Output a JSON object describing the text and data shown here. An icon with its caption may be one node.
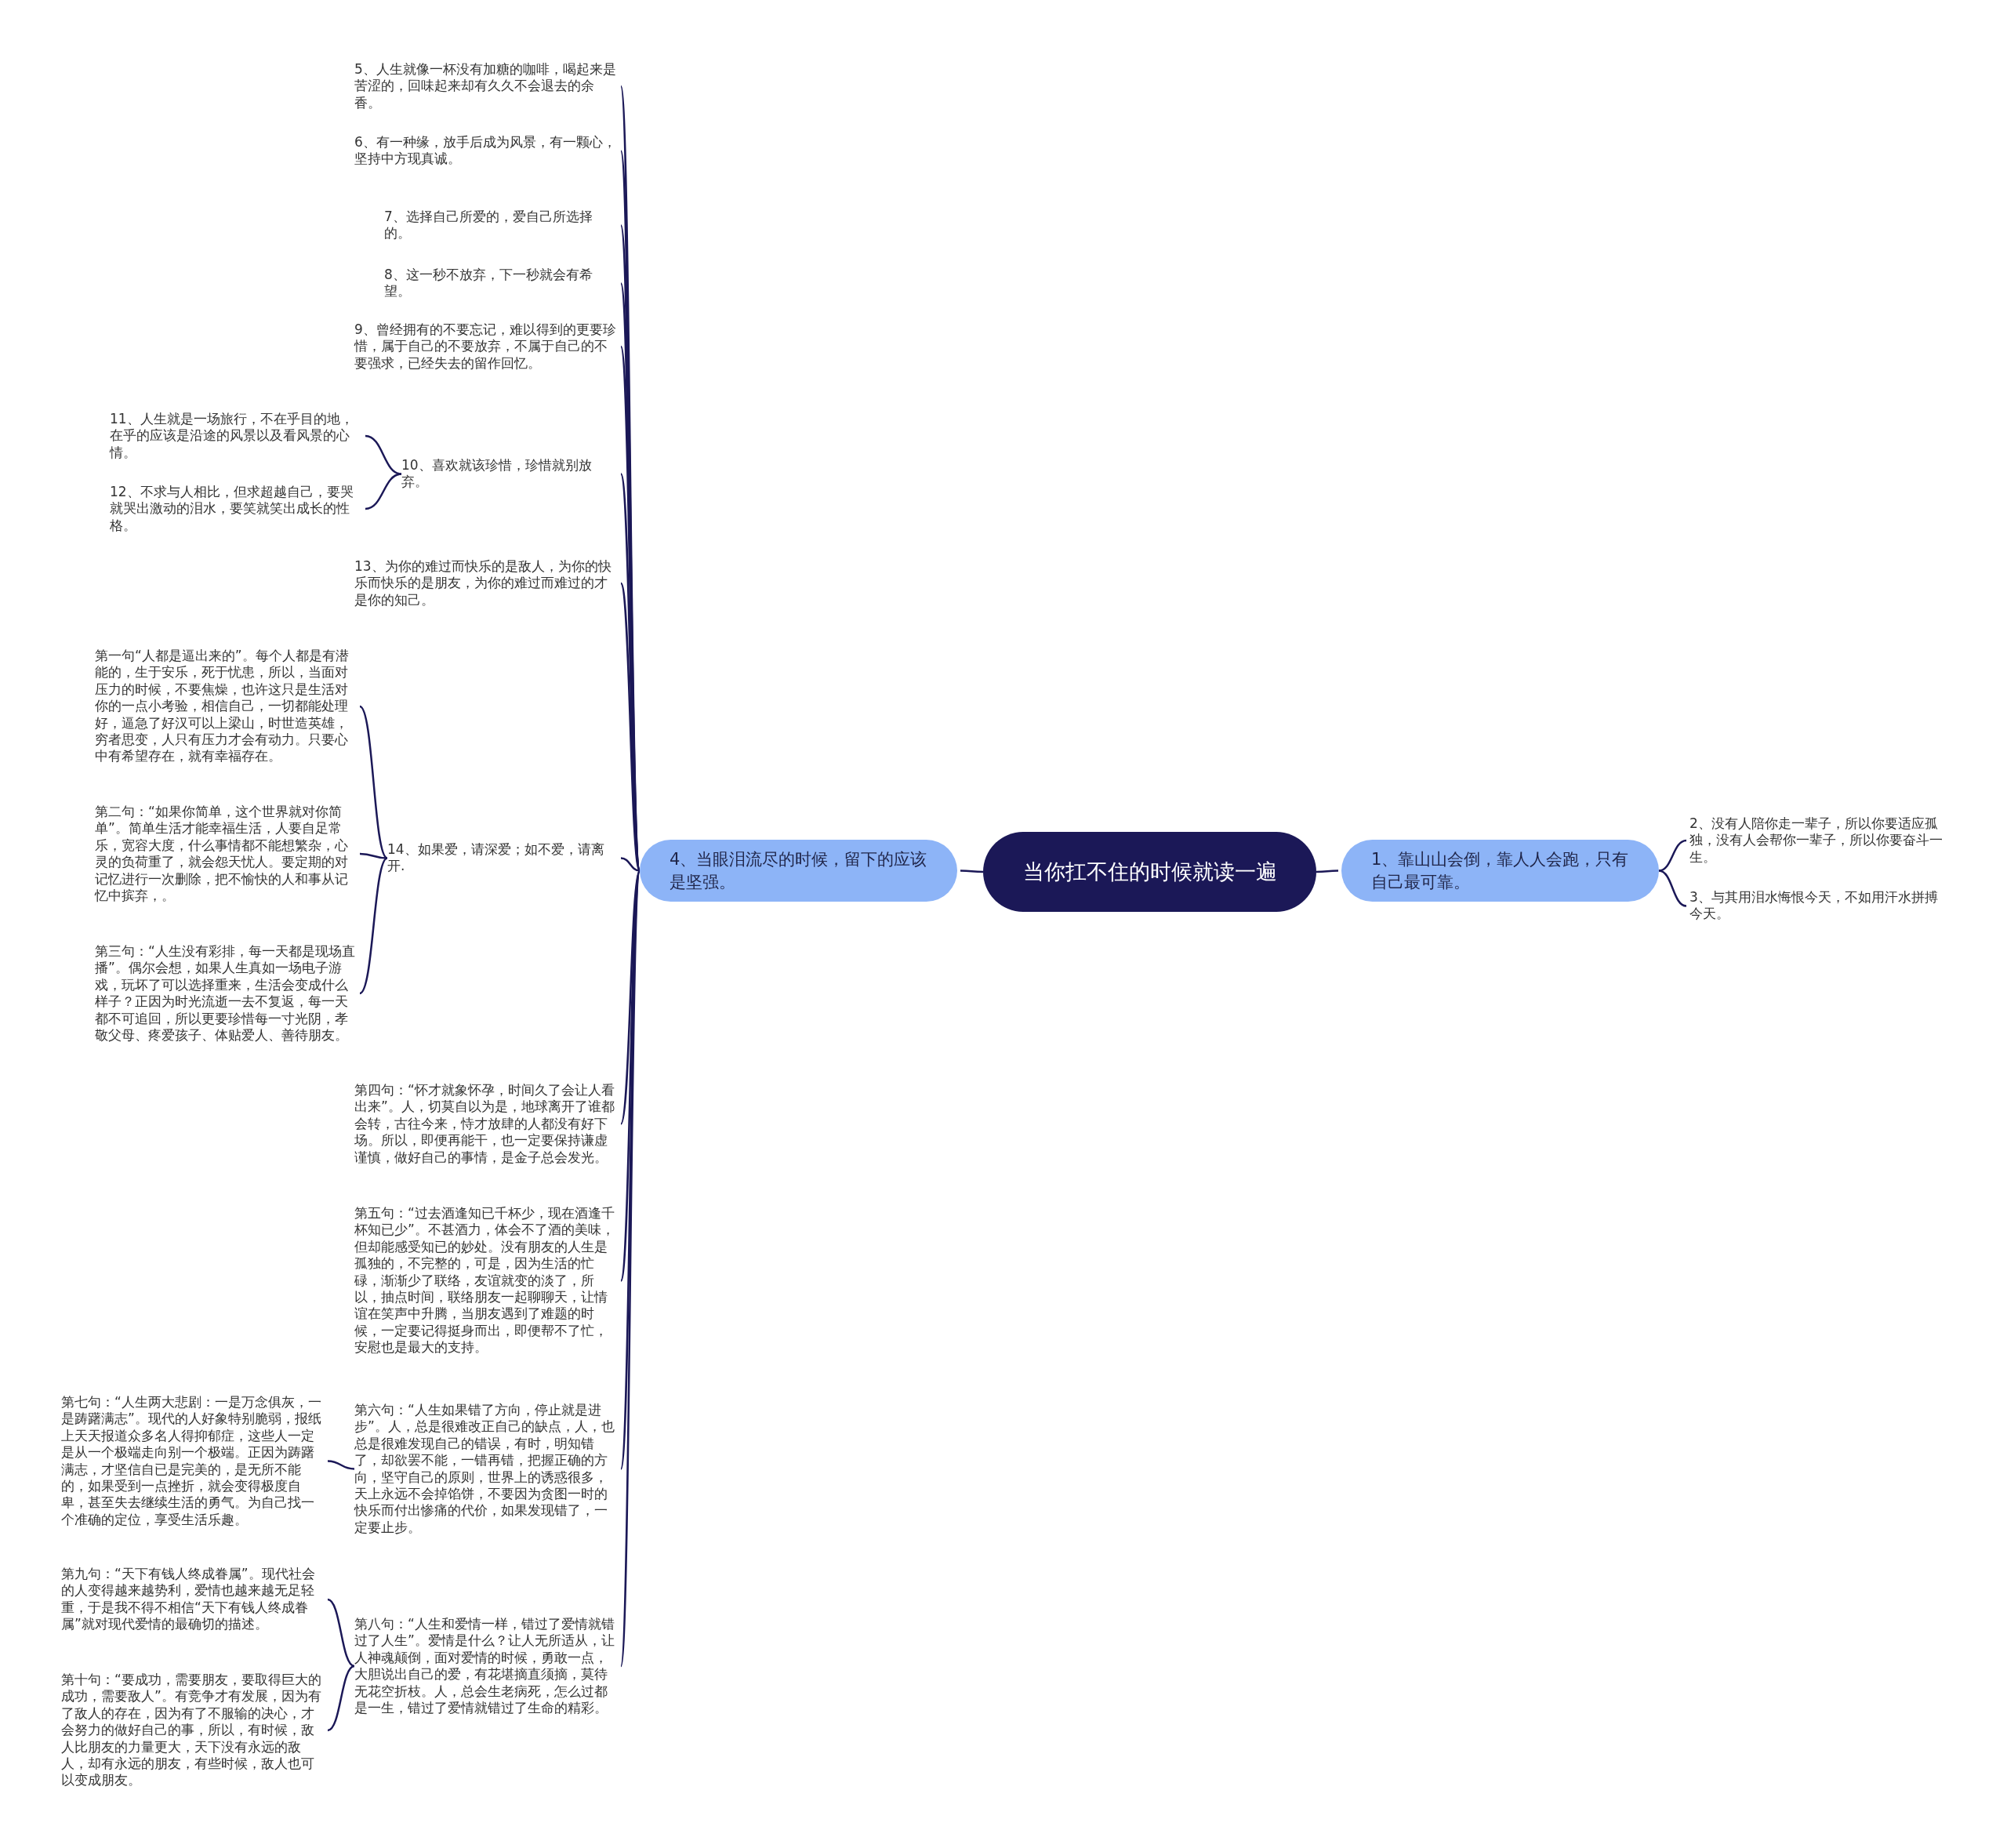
{
  "diagram": {
    "nodes": [
      {
        "text": [
          "当你扛不住的时候就读一遍"
        ]
      },
      {
        "text": [
          "1、靠山山会倒，靠人人会跑，只有自己最可靠。"
        ]
      },
      {
        "text": [
          "2、没有人陪你走一辈子，所以你要适应孤独，没有人会帮你一辈子，所以你要奋斗一生。"
        ]
      },
      {
        "text": [
          "3、与其用泪水悔恨今天，不如用汗水拼搏今天。"
        ]
      },
      {
        "text": [
          "4、当眼泪流尽的时候，留下的应该是坚强。"
        ]
      },
      {
        "text": [
          "5、人生就像一杯没有加糖的咖啡，喝起来是苦涩的，回味起来却有久久不会退去的余香。"
        ]
      },
      {
        "text": [
          "6、有一种缘，放手后成为风景，有一颗心，坚持中方现真诚。"
        ]
      },
      {
        "text": [
          "7、选择自己所爱的，爱自己所选择的。"
        ]
      },
      {
        "text": [
          "8、这一秒不放弃，下一秒就会有希望。"
        ]
      },
      {
        "text": [
          "9、曾经拥有的不要忘记，难以得到的更要珍惜，属于自己的不要放弃，不属于自己的不要强求，已经失去的留作回忆。"
        ]
      },
      {
        "text": [
          "10、喜欢就该珍惜，珍惜就别放弃。"
        ]
      },
      {
        "text": [
          "11、人生就是一场旅行，不在乎目的地，在乎的应该是沿途的风景以及看风景的心情。"
        ]
      },
      {
        "text": [
          "12、不求与人相比，但求超越自己，要哭就哭出激动的泪水，要笑就笑出成长的性格。"
        ]
      },
      {
        "text": [
          "13、为你的难过而快乐的是敌人，为你的快乐而快乐的是朋友，为你的难过而难过的才是你的知己。"
        ]
      },
      {
        "text": [
          "14、如果爱，请深爱；如不爱，请离开."
        ]
      },
      {
        "text": [
          "第一句“人都是逼出来的”。每个人都是有潜能的，生于安乐，死于忧患，所以，当面对压力的时候，不要焦燥，也许这只是生活对你的一点小考验，相信自己，一切都能处理好，逼急了好汉可以上梁山，时世造英雄，穷者思变，人只有压力才会有动力。只要心中有希望存在，就有幸福存在。"
        ]
      },
      {
        "text": [
          "第二句：“如果你简单，这个世界就对你简单”。简单生活才能幸福生活，人要自足常乐，宽容大度，什么事情都不能想繁杂，心灵的负荷重了，就会怨天忧人。要定期的对记忆进行一次删除，把不愉快的人和事从记忆中摈弃，。"
        ]
      },
      {
        "text": [
          "第三句：“人生没有彩排，每一天都是现场直播”。偶尔会想，如果人生真如一场电子游戏，玩坏了可以选择重来，生活会变成什么样子？正因为时光流逝一去不复返，每一天都不可追回，所以更要珍惜每一寸光阴，孝敬父母、疼爱孩子、体贴爱人、善待朋友。"
        ]
      },
      {
        "text": [
          "第四句：“怀才就象怀孕，时间久了会让人看出来”。人，切莫自以为是，地球离开了谁都会转，古往今来，恃才放肆的人都没有好下场。所以，即便再能干，也一定要保持谦虚谨慎，做好自己的事情，是金子总会发光。"
        ]
      },
      {
        "text": [
          "第五句：“过去酒逢知已千杯少，现在酒逢千杯知已少”。不甚酒力，体会不了酒的美味，但却能感受知已的妙处。没有朋友的人生是孤独的，不完整的，可是，因为生活的忙碌，渐渐少了联络，友谊就变的淡了，所以，抽点时间，联络朋友一起聊聊天，让情谊在笑声中升腾，当朋友遇到了难题的时候，一定要记得挺身而出，即便帮不了忙，安慰也是最大的支持。"
        ]
      },
      {
        "text": [
          "第六句：“人生如果错了方向，停止就是进步”。人，总是很难改正自己的缺点，人，也总是很难发现自己的错误，有时，明知错了，却欲罢不能，一错再错，把握正确的方向，坚守自己的原则，世界上的诱惑很多，天上永远不会掉馅饼，不要因为贪图一时的快乐而付出惨痛的代价，如果发现错了，一定要止步。"
        ]
      },
      {
        "text": [
          "第七句：“人生两大悲剧：一是万念俱灰，一是踌躇满志”。现代的人好象特别脆弱，报纸上天天报道众多名人得抑郁症，这些人一定是从一个极端走向别一个极端。正因为踌躇满志，才坚信自已是完美的，是无所不能的，如果受到一点挫折，就会变得极度自卑，甚至失去继续生活的勇气。为自己找一个准确的定位，享受生活乐趣。"
        ]
      },
      {
        "text": [
          "第八句：“人生和爱情一样，错过了爱情就错过了人生”。爱情是什么？让人无所适从，让人神魂颠倒，面对爱情的时候，勇敢一点，大胆说出自己的爱，有花堪摘直须摘，莫待无花空折枝。人，总会生老病死，怎么过都是一生，错过了爱情就错过了生命的精彩。"
        ]
      },
      {
        "text": [
          "第九句：“天下有钱人终成眷属”。现代社会的人变得越来越势利，爱情也越来越无足轻重，于是我不得不相信“天下有钱人终成眷属”就对现代爱情的最确切的描述。"
        ]
      },
      {
        "text": [
          "第十句：“要成功，需要朋友，要取得巨大的成功，需要敌人”。有竞争才有发展，因为有了敌人的存在，因为有了不服输的决心，才会努力的做好自己的事，所以，有时候，敌人比朋友的力量更大，天下没有永远的敌人，却有永远的朋友，有些时候，敌人也可以变成朋友。"
        ]
      }
    ],
    "edges": [
      {
        "from": 0,
        "to": 1,
        "arrow": "none"
      },
      {
        "from": 0,
        "to": 4,
        "arrow": "none"
      },
      {
        "from": 1,
        "to": 2,
        "arrow": "none"
      },
      {
        "from": 1,
        "to": 3,
        "arrow": "none"
      },
      {
        "from": 4,
        "to": 5,
        "arrow": "none"
      },
      {
        "from": 4,
        "to": 6,
        "arrow": "none"
      },
      {
        "from": 4,
        "to": 7,
        "arrow": "none"
      },
      {
        "from": 4,
        "to": 8,
        "arrow": "none"
      },
      {
        "from": 4,
        "to": 9,
        "arrow": "none"
      },
      {
        "from": 4,
        "to": 10,
        "arrow": "none"
      },
      {
        "from": 10,
        "to": 11,
        "arrow": "none"
      },
      {
        "from": 10,
        "to": 12,
        "arrow": "none"
      },
      {
        "from": 4,
        "to": 13,
        "arrow": "none"
      },
      {
        "from": 4,
        "to": 14,
        "arrow": "none"
      },
      {
        "from": 14,
        "to": 15,
        "arrow": "none"
      },
      {
        "from": 14,
        "to": 16,
        "arrow": "none"
      },
      {
        "from": 14,
        "to": 17,
        "arrow": "none"
      },
      {
        "from": 4,
        "to": 18,
        "arrow": "none"
      },
      {
        "from": 4,
        "to": 19,
        "arrow": "none"
      },
      {
        "from": 4,
        "to": 20,
        "arrow": "none"
      },
      {
        "from": 20,
        "to": 21,
        "arrow": "none"
      },
      {
        "from": 4,
        "to": 22,
        "arrow": "none"
      },
      {
        "from": 22,
        "to": 23,
        "arrow": "none"
      },
      {
        "from": 22,
        "to": 24,
        "arrow": "none"
      }
    ]
  }
}
